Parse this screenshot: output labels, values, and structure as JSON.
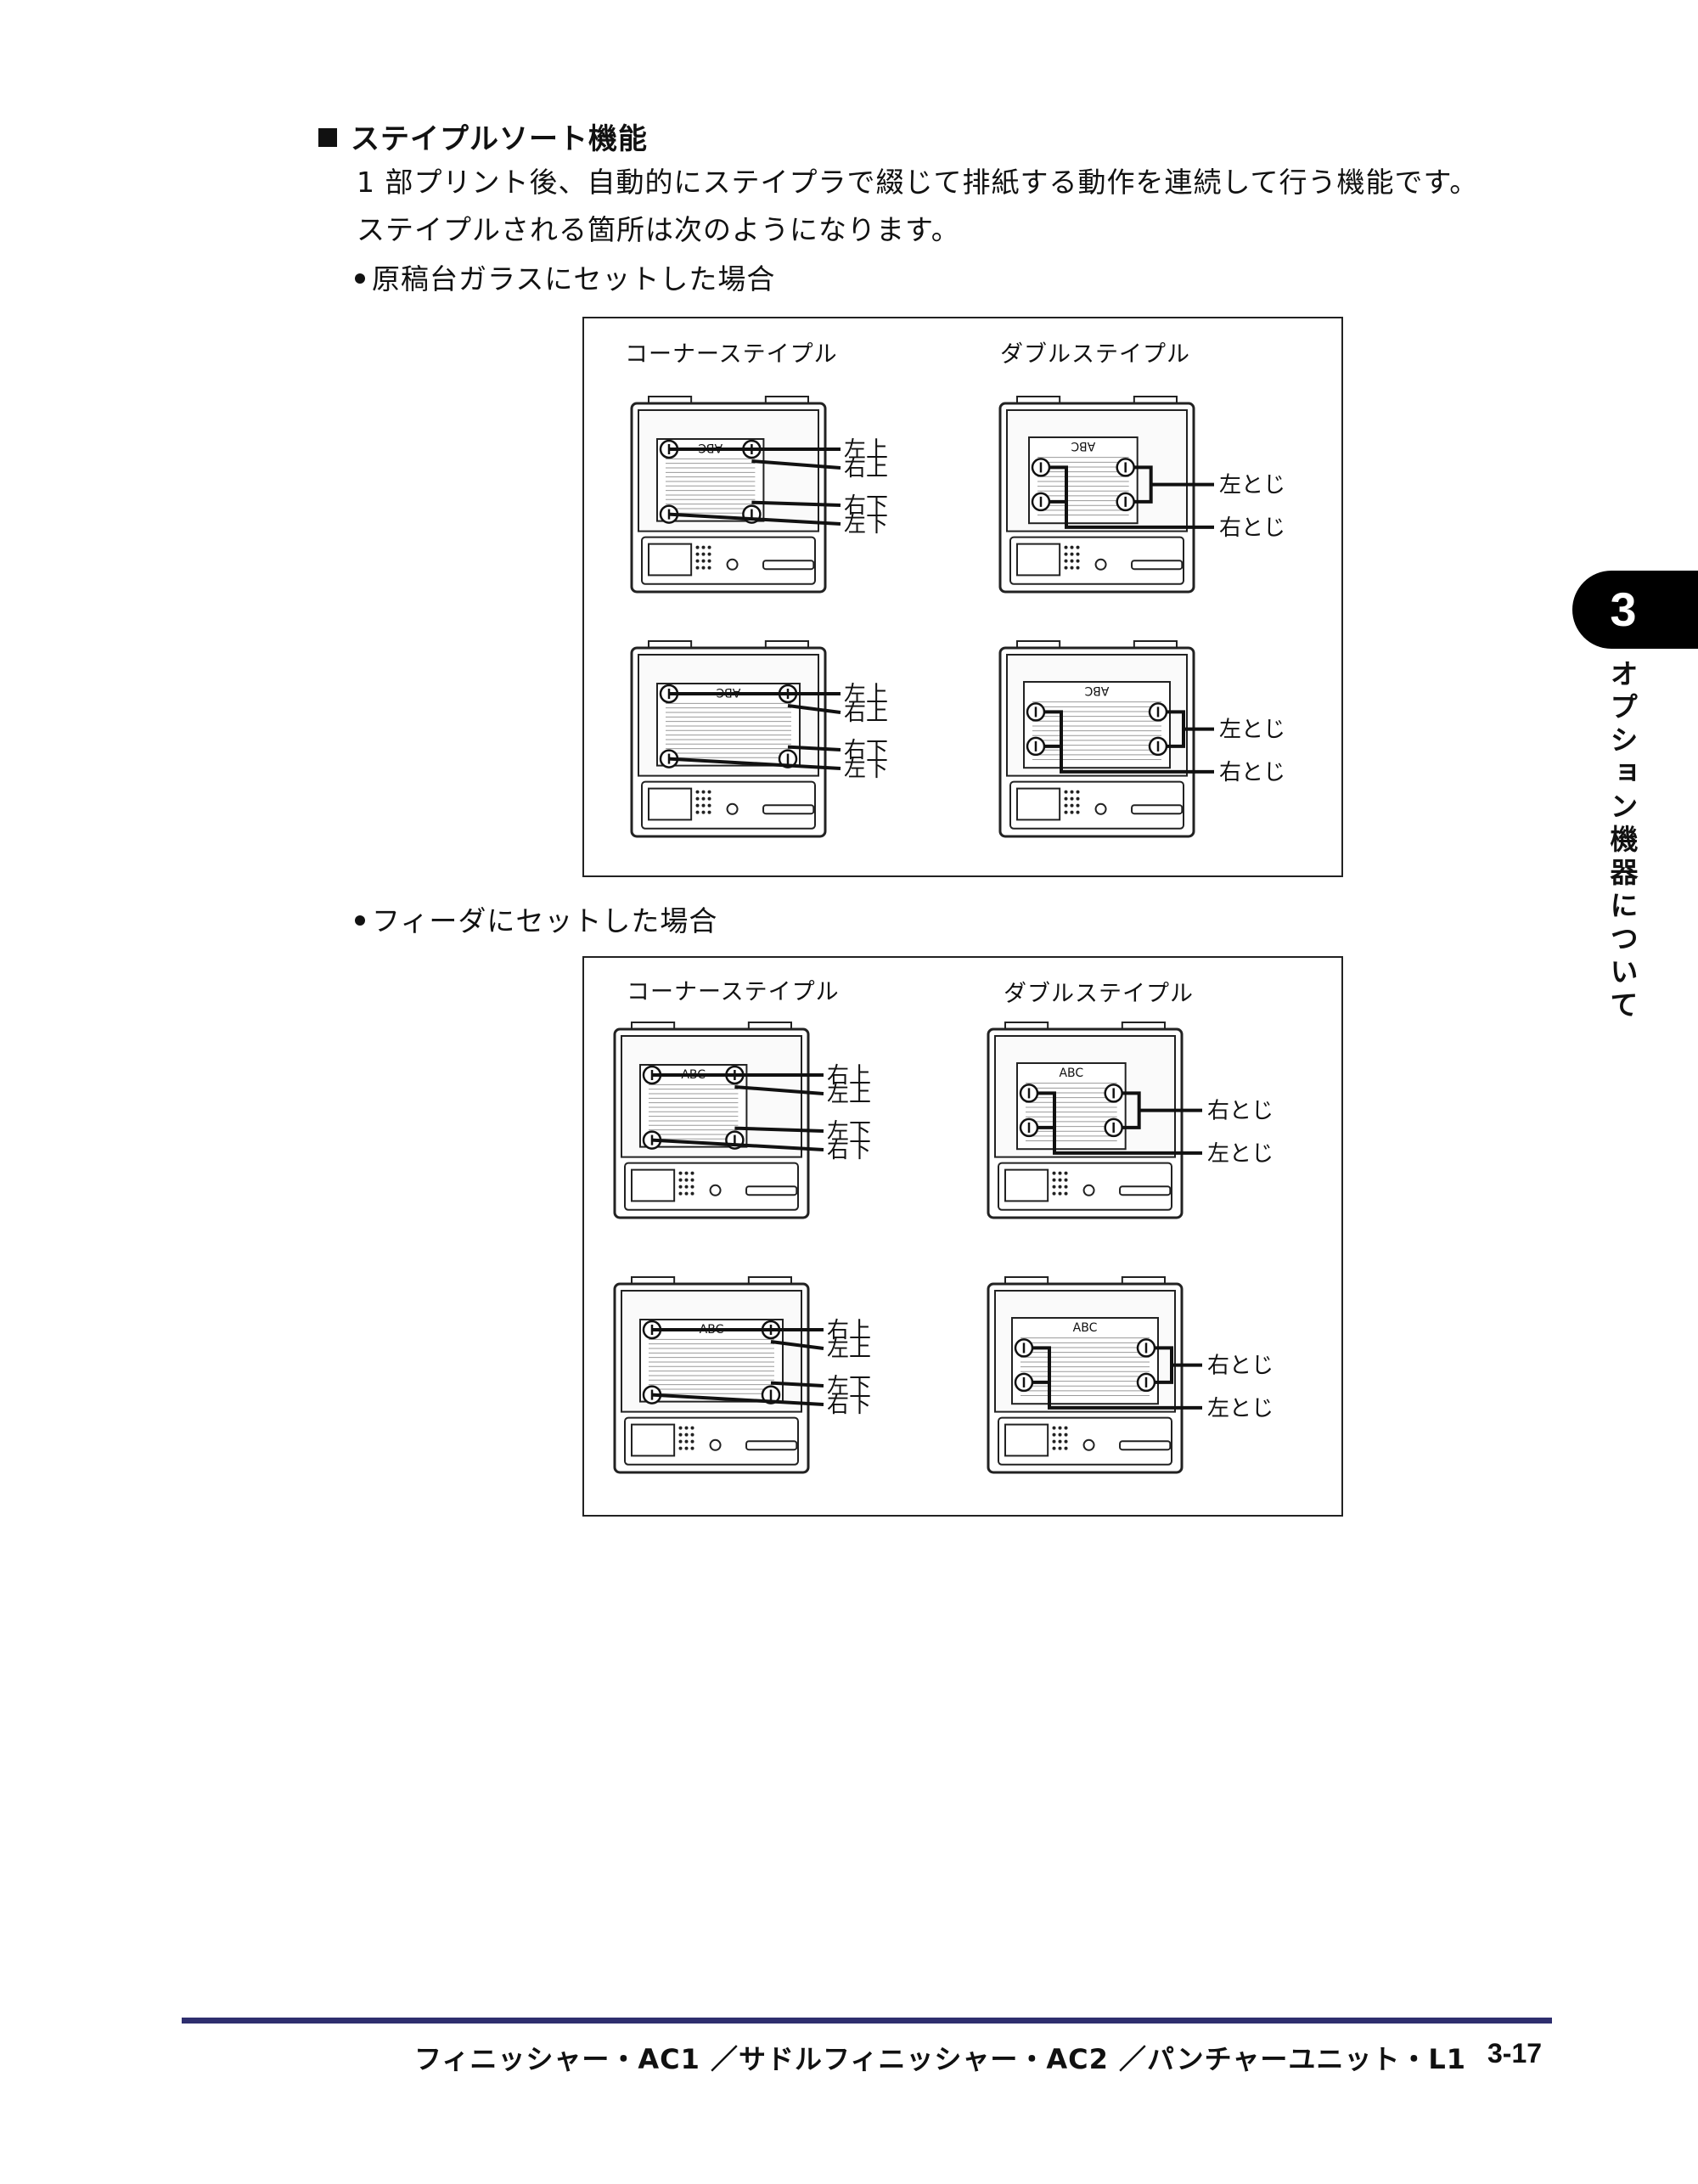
{
  "heading": "ステイプルソート機能",
  "paragraphs": [
    "1 部プリント後、自動的にステイプラで綴じて排紙する動作を連続して行う機能です。",
    "ステイプルされる箇所は次のようになります。"
  ],
  "figure_glass": {
    "bullet": "原稿台ガラスにセットした場合",
    "corner_title": "コーナーステイプル",
    "double_title": "ダブルステイプル",
    "abc": "ABC",
    "corner_top_labels": [
      "左上",
      "右上",
      "右下",
      "左下"
    ],
    "corner_bottom_labels": [
      "左上",
      "右上",
      "右下",
      "左下"
    ],
    "double_top_labels": [
      "左とじ",
      "右とじ"
    ],
    "double_bottom_labels": [
      "左とじ",
      "右とじ"
    ]
  },
  "figure_feeder": {
    "bullet": "フィーダにセットした場合",
    "corner_title": "コーナーステイプル",
    "double_title": "ダブルステイプル",
    "abc": "ABC",
    "corner_top_labels": [
      "右上",
      "左上",
      "左下",
      "右下"
    ],
    "corner_bottom_labels": [
      "右上",
      "左上",
      "左下",
      "右下"
    ],
    "double_top_labels": [
      "右とじ",
      "左とじ"
    ],
    "double_bottom_labels": [
      "右とじ",
      "左とじ"
    ]
  },
  "chapter": {
    "number": "3",
    "title": "オプション機器について"
  },
  "footer": {
    "text": "フィニッシャー・AC1 ／サドルフィニッシャー・AC2 ／パンチャーユニット・L1",
    "page": "3-17"
  }
}
